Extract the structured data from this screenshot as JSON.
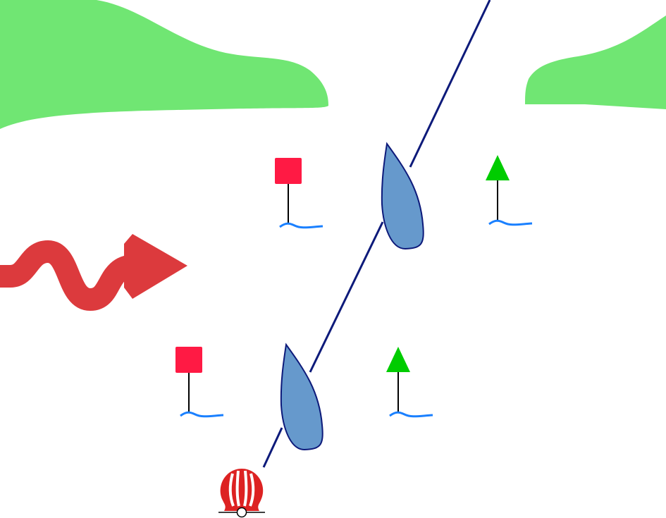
{
  "colors": {
    "land": "#70e673",
    "channel_line": "#0d1a7a",
    "boat_fill": "#6699cc",
    "boat_stroke": "#0d1a7a",
    "port_marker": "#ff1a44",
    "starboard_marker": "#00cc00",
    "water": "#1a80ff",
    "current_arrow": "#dc3a3d",
    "buoy": "#dd2222"
  },
  "icons": [
    "port-lateral-marker",
    "starboard-lateral-marker",
    "sailboat",
    "current-arrow",
    "mooring-buoy"
  ]
}
